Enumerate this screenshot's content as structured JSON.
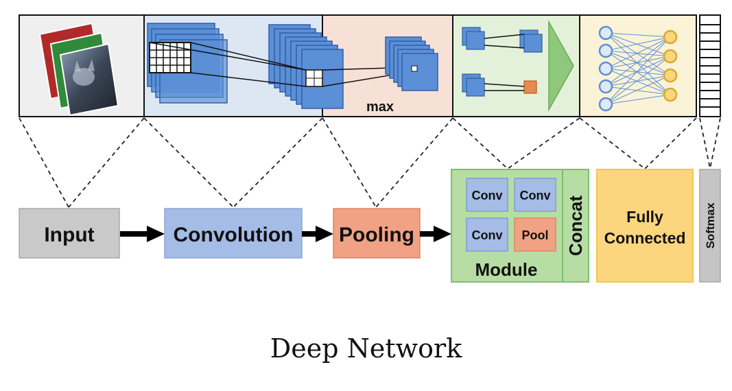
{
  "caption": "Deep Network",
  "top_strip": {
    "pool_panel_label": "max"
  },
  "pipeline": {
    "input": "Input",
    "convolution": "Convolution",
    "pooling": "Pooling",
    "module": {
      "title": "Module",
      "cells": [
        "Conv",
        "Conv",
        "Conv",
        "Pool"
      ],
      "concat": "Concat"
    },
    "fully_connected": [
      "Fully",
      "Connected"
    ],
    "softmax": "Softmax"
  },
  "colors": {
    "input_fill": "#c9c9c9",
    "input_panel": "#efefef",
    "conv_fill": "#a4bce6",
    "conv_panel": "#dde7f4",
    "pool_fill": "#f1a285",
    "pool_panel": "#f7e0d6",
    "module_fill": "#b7dca4",
    "module_border": "#7cc06a",
    "module_panel": "#e4f1da",
    "fc_fill": "#fbd67f",
    "fc_border": "#f4c84b",
    "fc_panel": "#fbf3d7",
    "softmax_fill": "#c5c5c5",
    "feature_map": "#5b8fd6",
    "arrow": "#000000"
  }
}
